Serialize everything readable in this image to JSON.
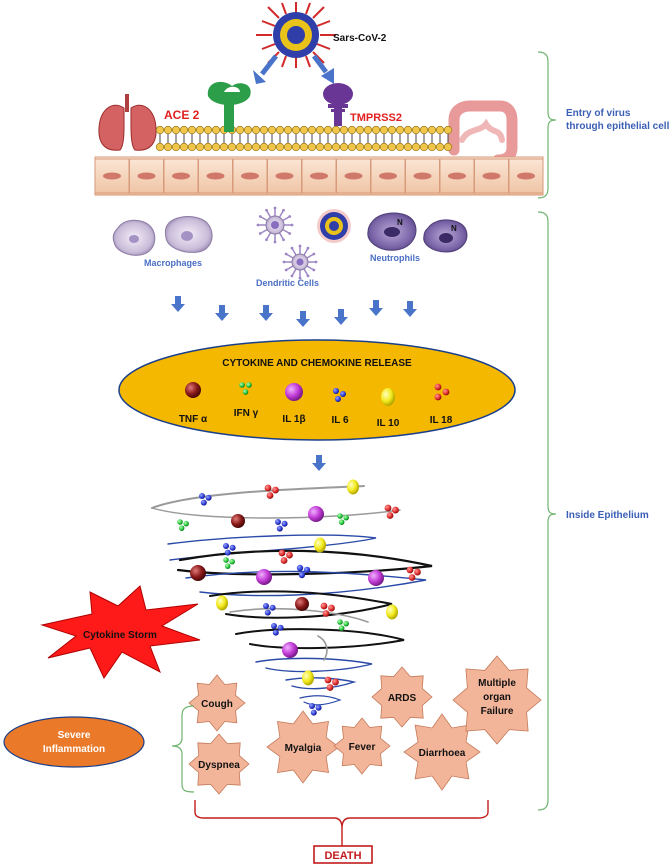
{
  "virus": {
    "label": "Sars-CoV-2"
  },
  "receptors": {
    "ace2": "ACE 2",
    "tmprss2": "TMPRSS2"
  },
  "side_labels": {
    "entry_line1": "Entry of virus",
    "entry_line2": "through epithelial cell",
    "inside": "Inside Epithelium"
  },
  "immune_cells": {
    "macrophages": "Macrophages",
    "dendritic": "Dendritic Cells",
    "neutrophils": "Neutrophils",
    "nucleus_mark": "N"
  },
  "release_box": {
    "title": "CYTOKINE AND CHEMOKINE RELEASE",
    "cytokines": [
      {
        "label": "TNF α",
        "color": "#8b1a1a",
        "icon": "maroon-sphere"
      },
      {
        "label": "IFN γ",
        "color": "#22c33a",
        "icon": "green-triple-dots"
      },
      {
        "label": "IL 1β",
        "color": "#c23bd6",
        "icon": "purple-sphere"
      },
      {
        "label": "IL 6",
        "color": "#2b3bd6",
        "icon": "blue-triple-dots"
      },
      {
        "label": "IL 10",
        "color": "#f2ea1d",
        "icon": "yellow-sphere"
      },
      {
        "label": "IL 18",
        "color": "#e02a2a",
        "icon": "red-triple-dots"
      }
    ],
    "fill": "#f5b800"
  },
  "storm": {
    "label": "Cytokine Storm"
  },
  "inflammation": {
    "label_line1": "Severe",
    "label_line2": "Inflammation"
  },
  "symptoms": {
    "cough": "Cough",
    "dyspnea": "Dyspnea",
    "myalgia": "Myalgia",
    "fever": "Fever",
    "ards": "ARDS",
    "diarrhoea": "Diarrhoea",
    "mof_line1": "Multiple",
    "mof_line2": "organ",
    "mof_line3": "Failure"
  },
  "outcome": {
    "label": "DEATH"
  },
  "colors": {
    "arrow": "#4a74c9",
    "bracket": "#6db36d",
    "symptom_fill": "#f3b59a",
    "storm_fill": "#ff1a1a",
    "inflammation_fill": "#ea7a2a",
    "death_border": "#c21d1d"
  }
}
